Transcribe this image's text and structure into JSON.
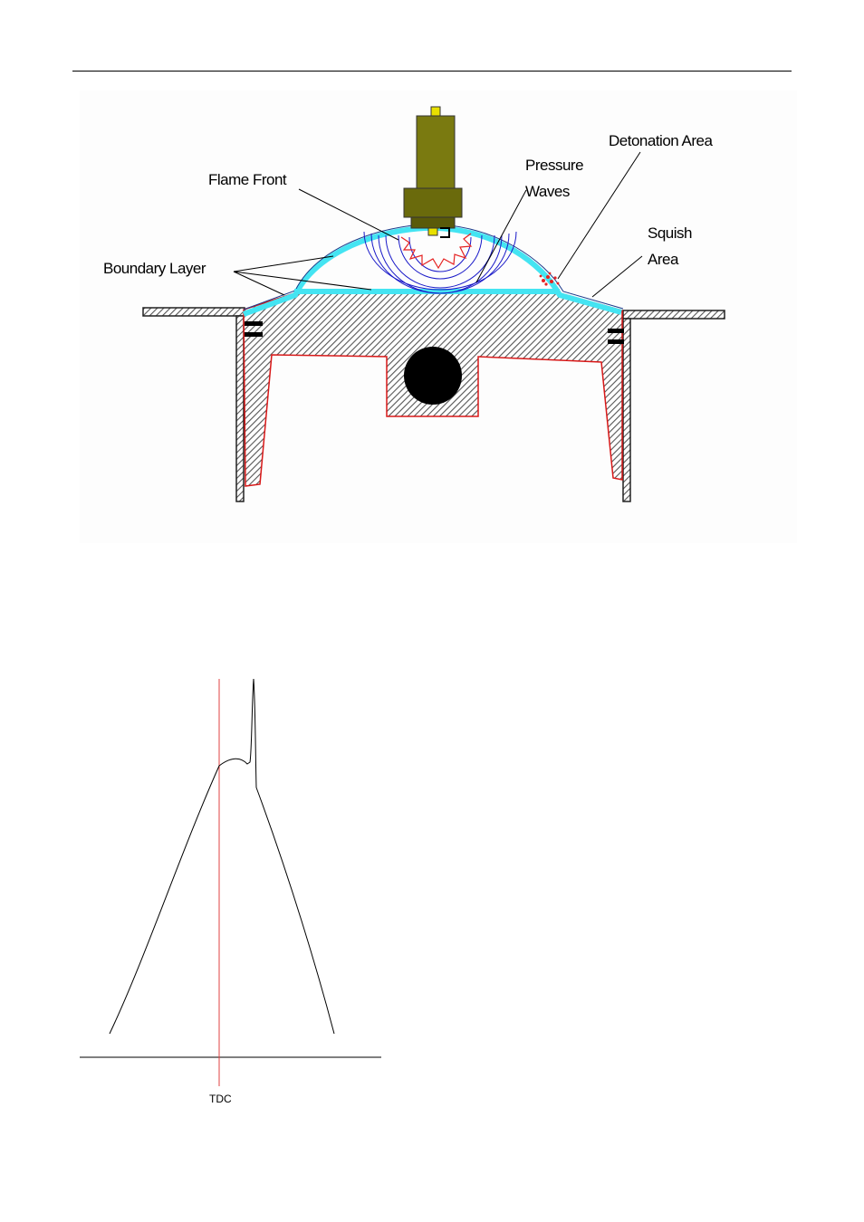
{
  "engine_diagram": {
    "labels": {
      "flame_front": "Flame Front",
      "pressure_line1": "Pressure",
      "pressure_line2": "Waves",
      "detonation_area": "Detonation Area",
      "squish_line1": "Squish",
      "squish_line2": "Area",
      "boundary_layer": "Boundary Layer"
    },
    "colors": {
      "boundary_layer": "#44e4f2",
      "flame": "#e52121",
      "pressure_waves": "#1818c8",
      "spark_plug": "#7a7a10",
      "spark_tip": "#e8e000",
      "piston_outline": "#d81818",
      "hatch": "#555555"
    }
  },
  "pressure_graph": {
    "tdc_label": "TDC",
    "colors": {
      "tdc_line": "#e04040",
      "curve": "#000000"
    }
  }
}
